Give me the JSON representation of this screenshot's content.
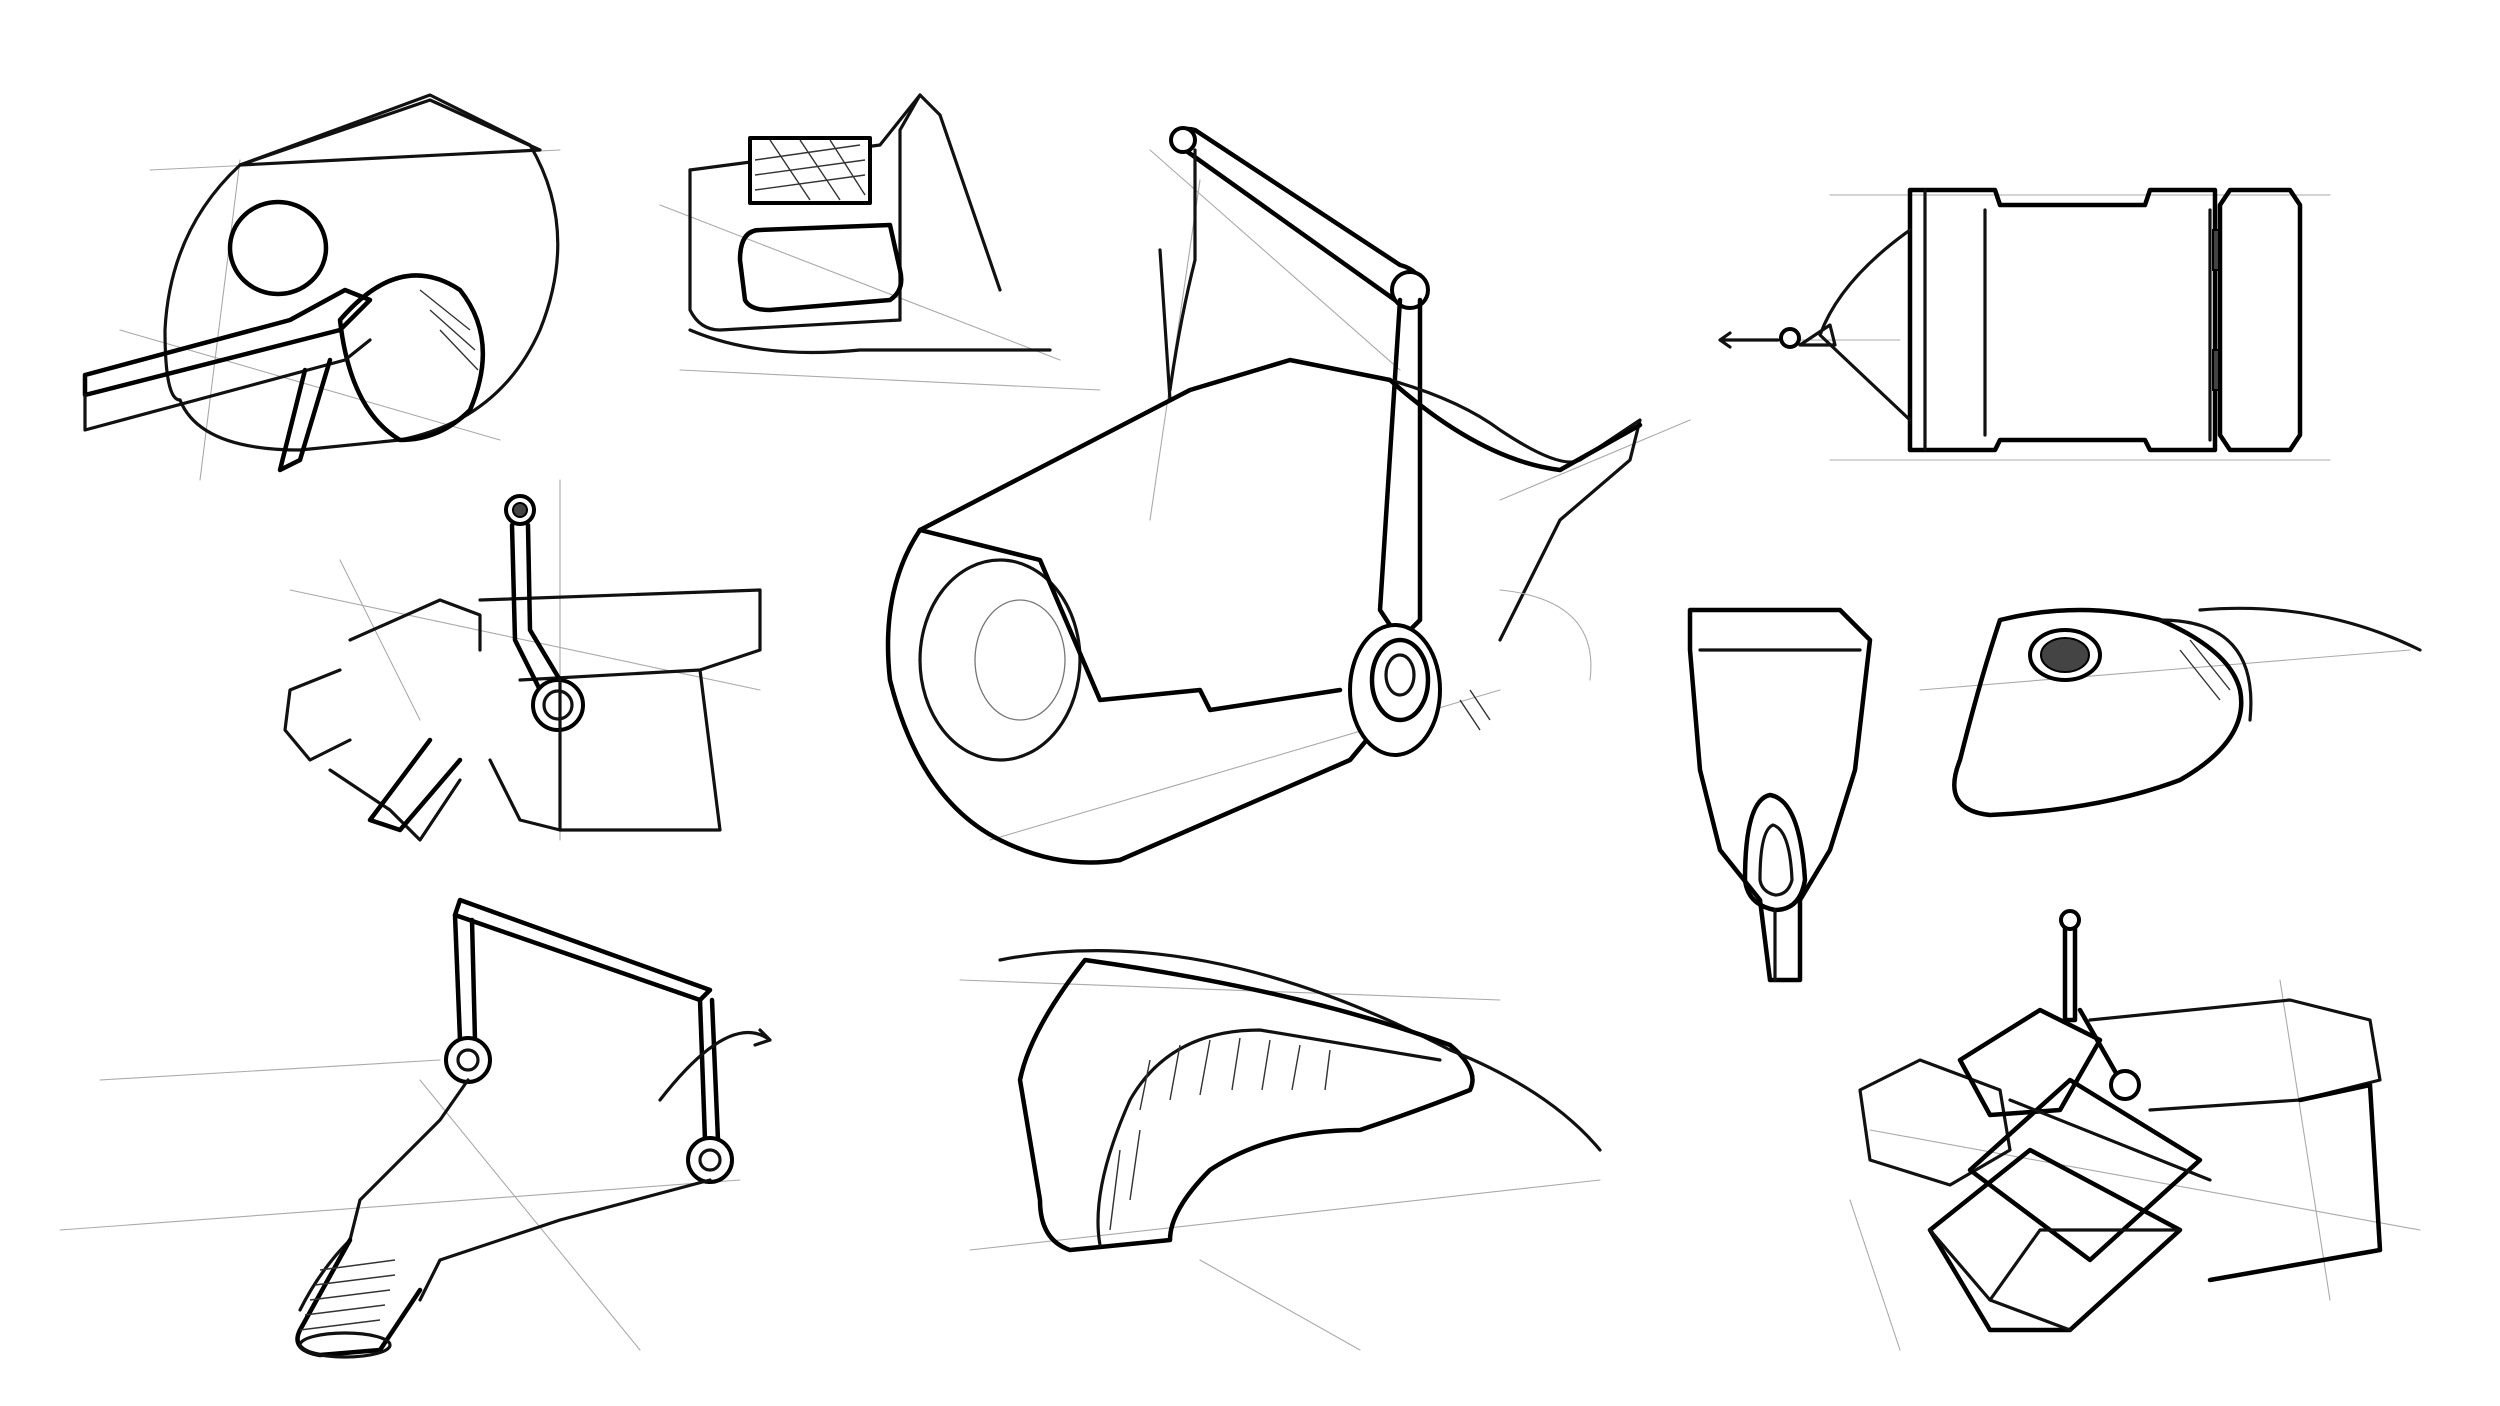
{
  "canvas": {
    "background": "#ffffff",
    "ink": "#111111"
  },
  "sketches": [
    {
      "id": "helmet-hood"
    },
    {
      "id": "handle-block"
    },
    {
      "id": "lever-housing"
    },
    {
      "id": "roller-pivot-arm"
    },
    {
      "id": "bracket-pump"
    },
    {
      "id": "curved-grip"
    },
    {
      "id": "cylinder-side-view"
    },
    {
      "id": "spatula-probe"
    },
    {
      "id": "oval-sensor"
    },
    {
      "id": "stacked-blocks-lever"
    }
  ]
}
